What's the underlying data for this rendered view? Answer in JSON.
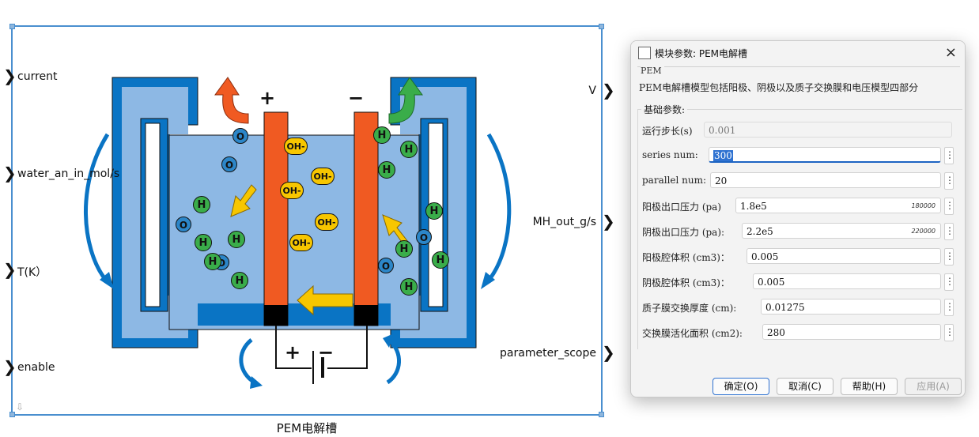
{
  "block": {
    "title": "PEM电解槽",
    "inputs": [
      "current",
      "water_an_in_mol/s",
      "T(K）",
      "enable"
    ],
    "outputs": [
      "V",
      "MH_out_g/s",
      "parameter_scope"
    ],
    "symbols": {
      "plus": "+",
      "minus": "−",
      "oh": "OH-",
      "h": "H",
      "o": "O"
    }
  },
  "dialog": {
    "title": "模块参数: PEM电解槽",
    "group1_label": "PEM",
    "group1_desc": "PEM电解槽模型包括阳极、阴极以及质子交换膜和电压模型四部分",
    "group2_label": "基础参数:",
    "params": [
      {
        "label": "运行步长(s)",
        "value": "0.001",
        "unit": ""
      },
      {
        "label": "series num:",
        "value": "300",
        "unit": ""
      },
      {
        "label": "parallel num:",
        "value": "20",
        "unit": ""
      },
      {
        "label": "阳极出口压力 (pa)",
        "value": "1.8e5",
        "unit": "180000"
      },
      {
        "label": "阴极出口压力 (pa):",
        "value": "2.2e5",
        "unit": "220000"
      },
      {
        "label": "阳极腔体积  (cm3)：",
        "value": "0.005",
        "unit": ""
      },
      {
        "label": "阴极腔体积  (cm3)：",
        "value": "0.005",
        "unit": ""
      },
      {
        "label": "质子膜交换厚度 (cm):",
        "value": "0.01275",
        "unit": ""
      },
      {
        "label": "交换膜活化面积  (cm2):",
        "value": "280",
        "unit": ""
      }
    ],
    "buttons": {
      "ok": "确定(O)",
      "cancel": "取消(C)",
      "help": "帮助(H)",
      "apply": "应用(A)"
    },
    "close_icon": "×",
    "kebab": "⋮"
  },
  "colors": {
    "outer_blue": "#0a74c4",
    "light_blue": "#8db8e4",
    "electrode": "#f05a22",
    "arrow_yellow": "#f7c600",
    "h_green": "#3aad4a",
    "o_blue": "#2c86c8",
    "accent": "#2f72d1"
  }
}
